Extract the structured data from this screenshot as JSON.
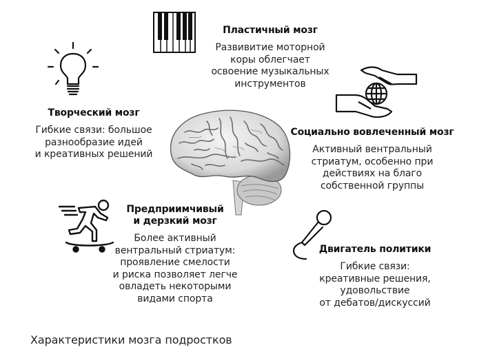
{
  "figure": {
    "caption": "Характеристики мозга подростков",
    "center_image": "brain-illustration",
    "items": [
      {
        "id": "plastic",
        "icon": "piano-keys-icon",
        "title": "Пластичный мозг",
        "desc_lines": [
          "Развивитие моторной",
          "коры облегчает",
          "освоение музыкальных",
          "инструментов"
        ]
      },
      {
        "id": "creative",
        "icon": "lightbulb-icon",
        "title": "Творческий мозг",
        "desc_lines": [
          "Гибкие связи: большое",
          "разнообразие идей",
          "и креативных решений"
        ]
      },
      {
        "id": "social",
        "icon": "hands-globe-icon",
        "title": "Социально вовлеченный мозг",
        "desc_lines": [
          "Активный вентральный",
          "стриатум, особенно при",
          "действиях на благо",
          "собственной группы"
        ]
      },
      {
        "id": "daring",
        "icon": "skateboarder-icon",
        "title_lines": [
          "Предприимчивый",
          "и дерзкий мозг"
        ],
        "desc_lines": [
          "Более активный",
          "вентральный стриатум:",
          "проявление смелости",
          "и риска позволяет легче",
          "овладеть некоторыми",
          "видами спорта"
        ]
      },
      {
        "id": "politics",
        "icon": "microphone-icon",
        "title": "Двигатель политики",
        "desc_lines": [
          "Гибкие связи:",
          "креативные решения,",
          "удовольствие",
          "от дебатов/дискуссий"
        ]
      }
    ]
  }
}
